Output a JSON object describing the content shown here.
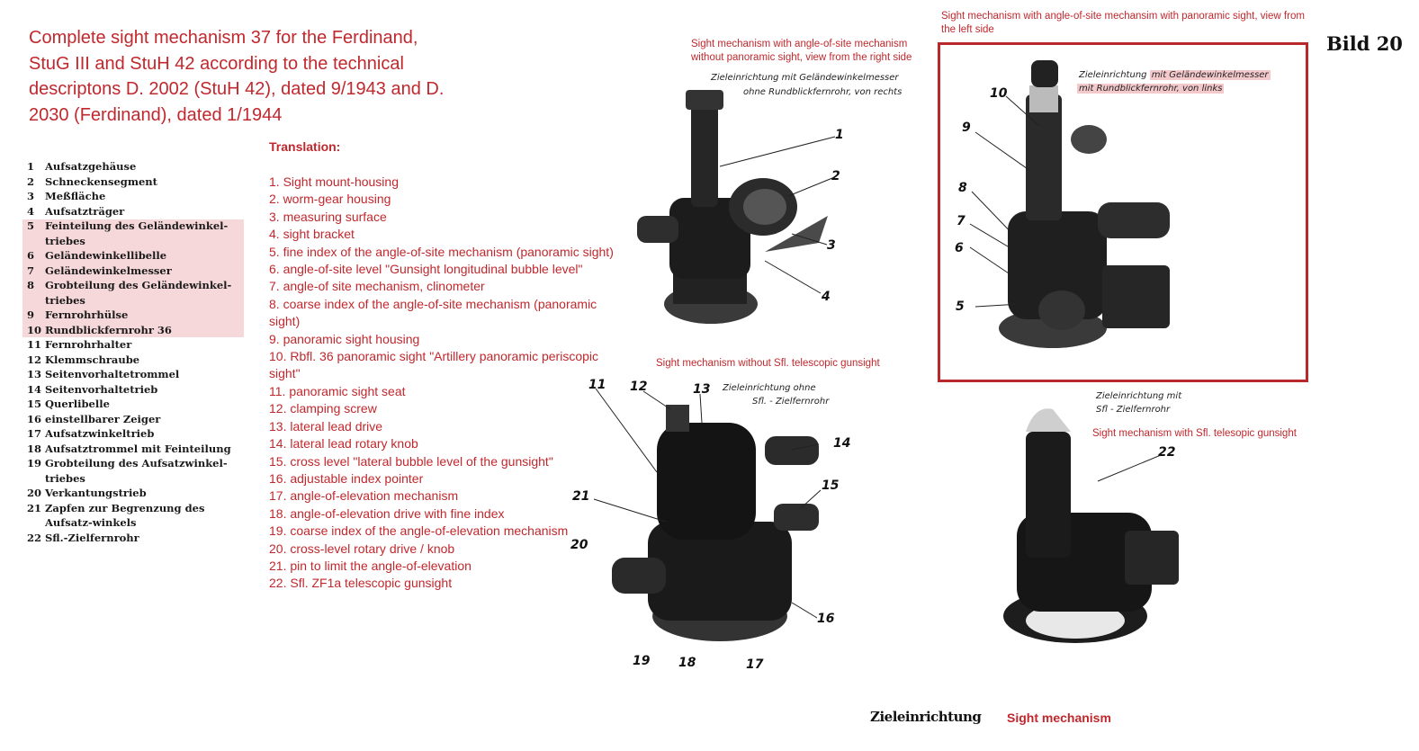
{
  "title": "Complete sight mechanism 37 for the Ferdinand, StuG III and StuH 42 according to the technical descriptons D. 2002 (StuH 42), dated 9/1943  and D. 2030 (Ferdinand), dated 1/1944",
  "german_list": [
    {
      "n": "1",
      "t": "Aufsatzgehäuse"
    },
    {
      "n": "2",
      "t": "Schneckensegment"
    },
    {
      "n": "3",
      "t": "Meßfläche"
    },
    {
      "n": "4",
      "t": "Aufsatzträger"
    },
    {
      "n": "5",
      "t": "Feinteilung des Geländewinkel-triebes"
    },
    {
      "n": "6",
      "t": "Geländewinkellibelle"
    },
    {
      "n": "7",
      "t": "Geländewinkelmesser"
    },
    {
      "n": "8",
      "t": "Grobteilung des Geländewinkel-triebes"
    },
    {
      "n": "9",
      "t": "Fernrohrhülse"
    },
    {
      "n": "10",
      "t": "Rundblickfernrohr 36"
    },
    {
      "n": "11",
      "t": "Fernrohrhalter"
    },
    {
      "n": "12",
      "t": "Klemmschraube"
    },
    {
      "n": "13",
      "t": "Seitenvorhaltetrommel"
    },
    {
      "n": "14",
      "t": "Seitenvorhaltetrieb"
    },
    {
      "n": "15",
      "t": "Querlibelle"
    },
    {
      "n": "16",
      "t": "einstellbarer Zeiger"
    },
    {
      "n": "17",
      "t": "Aufsatzwinkeltrieb"
    },
    {
      "n": "18",
      "t": "Aufsatztrommel mit Feinteilung"
    },
    {
      "n": "19",
      "t": "Grobteilung des Aufsatzwinkel-triebes"
    },
    {
      "n": "20",
      "t": "Verkantungstrieb"
    },
    {
      "n": "21",
      "t": "Zapfen zur Begrenzung des Aufsatz-winkels"
    },
    {
      "n": "22",
      "t": "Sfl.-Zielfernrohr"
    }
  ],
  "translation_heading": "Translation:",
  "translation": [
    "1. Sight mount-housing",
    "2. worm-gear housing",
    "3. measuring surface",
    "4. sight bracket",
    "5. fine index of the angle-of-site mechanism (panoramic sight)",
    "6. angle-of-site level \"Gunsight longitudinal bubble level\"",
    "7. angle-of site mechanism, clinometer",
    "8. coarse index of the angle-of-site mechanism (panoramic sight)",
    "9. panoramic sight housing",
    "10. Rbfl. 36 panoramic sight \"Artillery panoramic periscopic sight\"",
    "11. panoramic sight seat",
    "12. clamping screw",
    "13. lateral lead drive",
    "14. lateral lead rotary knob",
    "15. cross level \"lateral bubble level of the gunsight\"",
    "16. adjustable index pointer",
    "17. angle-of-elevation mechanism",
    "18. angle-of-elevation drive with fine index",
    "19. coarse index of the angle-of-elevation mechanism",
    "20. cross-level rotary drive / knob",
    "21. pin to limit the angle-of-elevation",
    "22. Sfl. ZF1a telescopic gunsight"
  ],
  "captions": {
    "right_side": "Sight mechanism with angle-of-site mechanism without panoramic sight, view from the right side",
    "right_side_german_1": "Zieleinrichtung  mit Geländewinkelmesser",
    "right_side_german_2": "ohne Rundblickfernrohr, von rechts",
    "left_side": "Sight mechanism with angle-of-site mechansim with panoramic sight, view from the left side",
    "left_side_german_1a": "Zieleinrichtung",
    "left_side_german_1b": "mit Geländewinkelmesser",
    "left_side_german_2": "mit Rundblickfernrohr, von  links",
    "without_sfl": "Sight mechanism without Sfl. telescopic gunsight",
    "without_sfl_german_1": "Zieleinrichtung  ohne",
    "without_sfl_german_2": "Sfl.  -  Zielfernrohr",
    "with_sfl_german_1": "Zieleinrichtung  mit",
    "with_sfl_german_2": "Sfl  -  Zielfernrohr",
    "with_sfl": "Sight mechanism with Sfl. telesopic gunsight"
  },
  "figure_label": "Bild 20",
  "bottom_german": "Zieleinrichtung",
  "bottom_english": "Sight mechanism",
  "callouts_fig1": [
    "1",
    "2",
    "3",
    "4"
  ],
  "callouts_fig2": [
    "10",
    "9",
    "8",
    "7",
    "6",
    "5"
  ],
  "callouts_fig3": [
    "11",
    "12",
    "13",
    "14",
    "15",
    "21",
    "20",
    "16",
    "17",
    "18",
    "19"
  ],
  "callouts_fig4": [
    "22"
  ],
  "colors": {
    "accent_red": "#c0282d",
    "highlight_pink": "#f6d8da"
  }
}
